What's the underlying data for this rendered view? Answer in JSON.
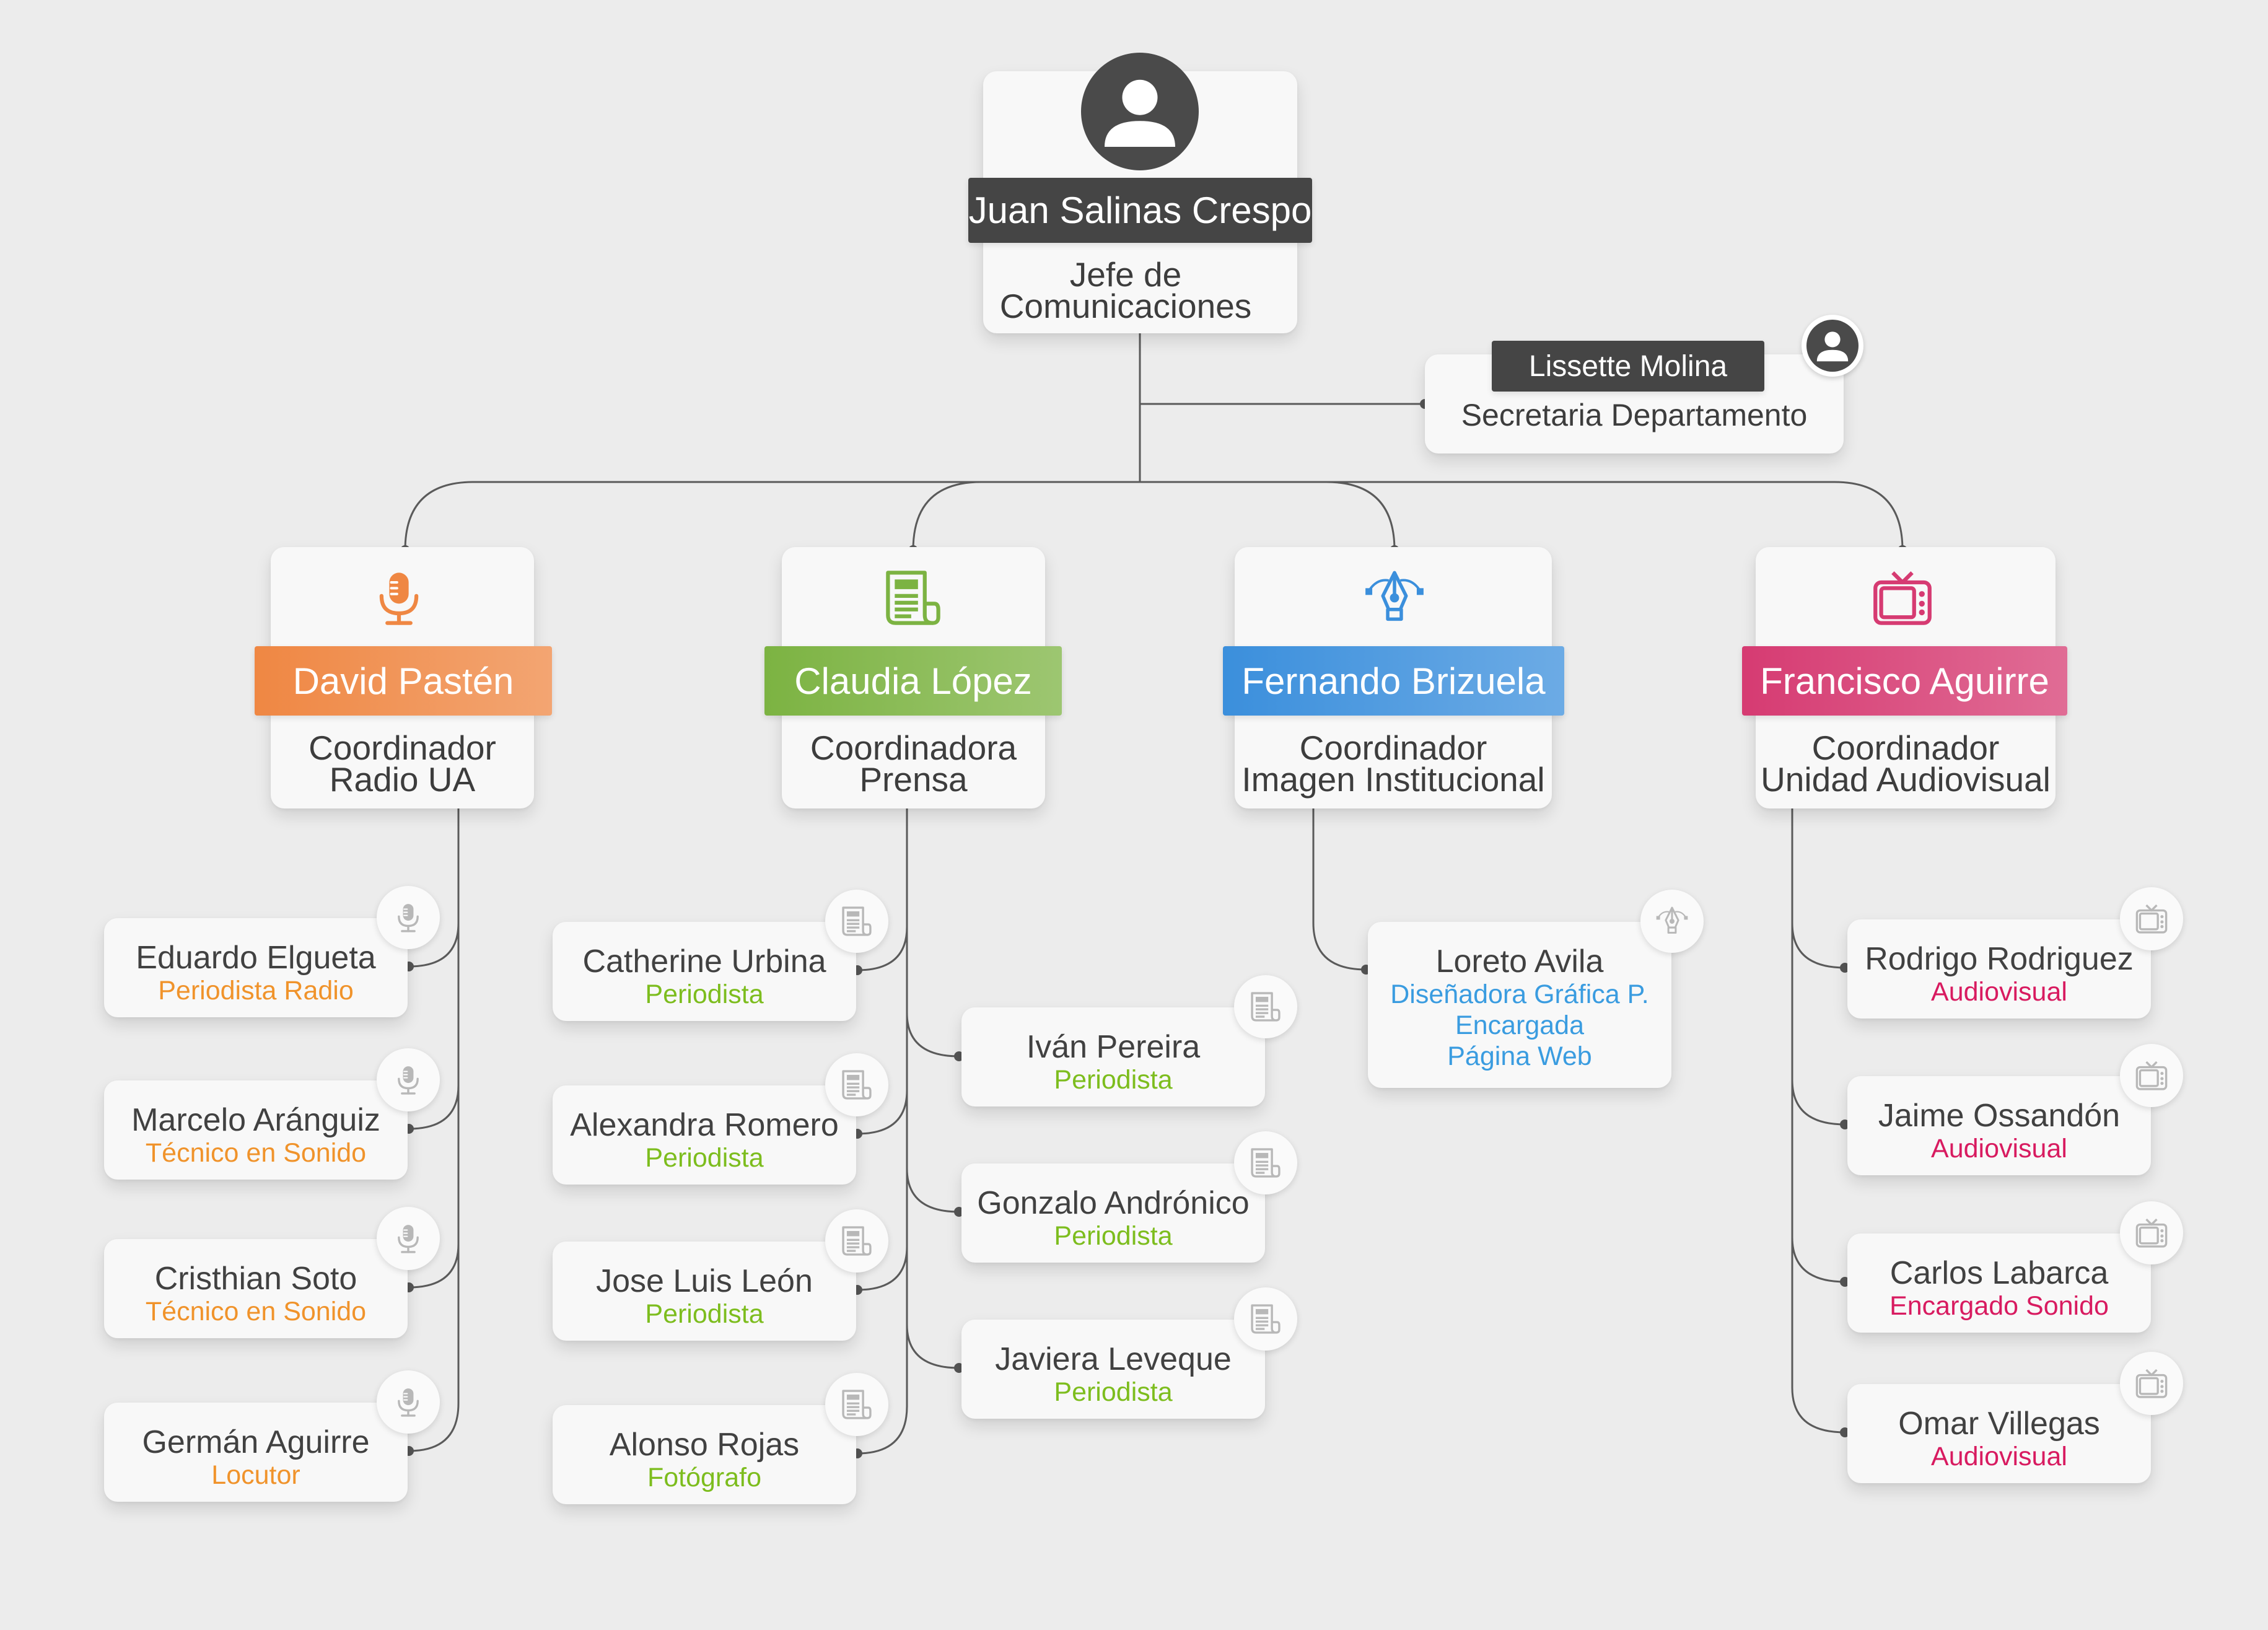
{
  "head": {
    "name": "Juan Salinas Crespo",
    "title_lines": [
      "Jefe de",
      "Comunicaciones"
    ]
  },
  "secretary": {
    "name": "Lissette Molina",
    "title": "Secretaria Departamento"
  },
  "coordinators": [
    {
      "name": "David Pastén",
      "title_lines": [
        "Coordinador",
        "Radio UA"
      ],
      "color": "#ef8743",
      "icon": "microphone-icon",
      "staff": [
        {
          "name": "Eduardo Elgueta",
          "role_lines": [
            "Periodista Radio"
          ]
        },
        {
          "name": "Marcelo Aránguiz",
          "role_lines": [
            "Técnico en Sonido"
          ]
        },
        {
          "name": "Cristhian Soto",
          "role_lines": [
            "Técnico en Sonido"
          ]
        },
        {
          "name": "Germán Aguirre",
          "role_lines": [
            "Locutor"
          ]
        }
      ]
    },
    {
      "name": "Claudia López",
      "title_lines": [
        "Coordinadora",
        "Prensa"
      ],
      "color": "#7cb342",
      "icon": "newspaper-icon",
      "staff": [
        {
          "name": "Catherine Urbina",
          "role_lines": [
            "Periodista"
          ]
        },
        {
          "name": "Alexandra Romero",
          "role_lines": [
            "Periodista"
          ]
        },
        {
          "name": "Jose Luis León",
          "role_lines": [
            "Periodista"
          ]
        },
        {
          "name": "Alonso Rojas",
          "role_lines": [
            "Fotógrafo"
          ]
        },
        {
          "name": "Iván Pereira",
          "role_lines": [
            "Periodista"
          ]
        },
        {
          "name": "Gonzalo Andrónico",
          "role_lines": [
            "Periodista"
          ]
        },
        {
          "name": "Javiera Leveque",
          "role_lines": [
            "Periodista"
          ]
        }
      ]
    },
    {
      "name": "Fernando Brizuela",
      "title_lines": [
        "Coordinador",
        "Imagen Institucional"
      ],
      "color": "#3b8fdc",
      "icon": "pen-tool-icon",
      "staff": [
        {
          "name": "Loreto Avila",
          "role_lines": [
            "Diseñadora Gráfica P.",
            "Encargada",
            "Página Web"
          ]
        }
      ]
    },
    {
      "name": "Francisco Aguirre",
      "title_lines": [
        "Coordinador",
        "Unidad Audiovisual"
      ],
      "color": "#d63b72",
      "icon": "tv-icon",
      "staff": [
        {
          "name": "Rodrigo Rodriguez",
          "role_lines": [
            "Audiovisual"
          ]
        },
        {
          "name": "Jaime Ossandón",
          "role_lines": [
            "Audiovisual"
          ]
        },
        {
          "name": "Carlos Labarca",
          "role_lines": [
            "Encargado Sonido"
          ]
        },
        {
          "name": "Omar Villegas",
          "role_lines": [
            "Audiovisual"
          ]
        }
      ]
    }
  ],
  "role_colors": {
    "radio": "#f0932b",
    "prensa": "#7dbd1e",
    "imagen": "#3a9ce0",
    "audiovisual": "#d81b60"
  }
}
